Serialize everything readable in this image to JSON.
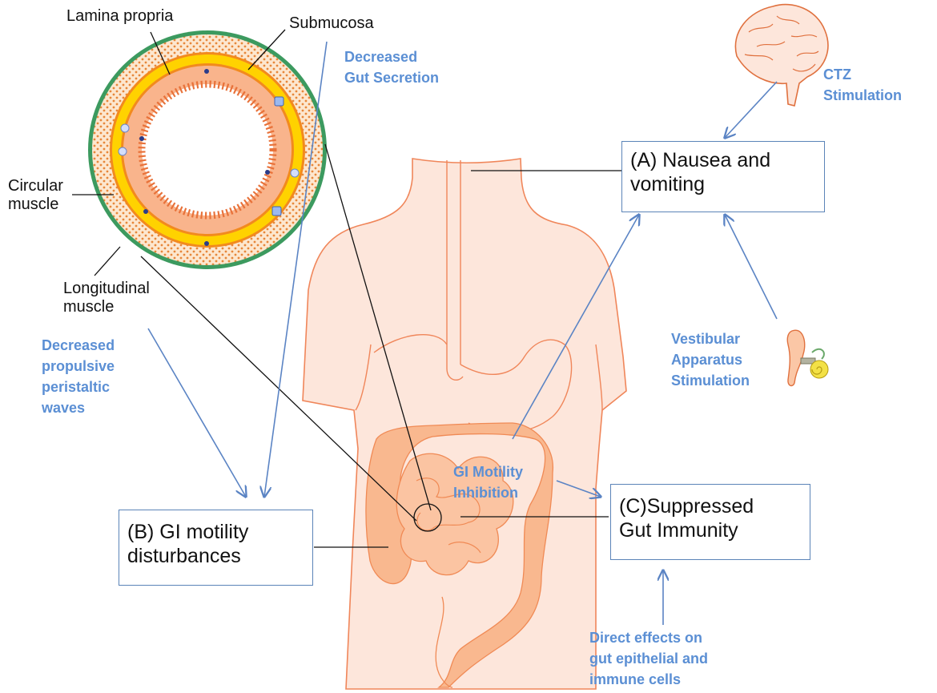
{
  "colors": {
    "accent_blue": "#5b8fd4",
    "box_border": "#5b84b8",
    "body_fill": "#fde6db",
    "body_outline": "#f0865a",
    "intestine_fill": "#f9b88f",
    "serosa_green": "#3c9a5f",
    "muscle_yellow": "#ffd200",
    "muscle_orange": "#f28a1e"
  },
  "icons": [
    "brain-icon",
    "ear-vestibular-icon",
    "gut-cross-section-icon",
    "torso-illustration"
  ],
  "anatomy_labels": {
    "lamina_propria": "Lamina propria",
    "submucosa": "Submucosa",
    "circular_muscle": [
      "Circular",
      "muscle"
    ],
    "longitudinal_muscle": [
      "Longitudinal",
      "muscle"
    ]
  },
  "effects": {
    "decreased_gut_secretion": [
      "Decreased",
      "Gut Secretion"
    ],
    "ctz_stimulation": [
      "CTZ",
      "Stimulation"
    ],
    "decreased_propulsive": [
      "Decreased",
      "propulsive",
      "peristaltic",
      "waves"
    ],
    "vestibular": [
      "Vestibular",
      "Apparatus",
      "Stimulation"
    ],
    "gi_motility_inhibition": [
      "GI Motility",
      "Inhibition"
    ],
    "direct_effects": [
      "Direct effects on",
      "gut epithelial and",
      "immune cells"
    ]
  },
  "boxes": {
    "a": [
      "(A) Nausea and",
      "vomiting"
    ],
    "b": [
      "(B) GI motility",
      "disturbances"
    ],
    "c": [
      "(C)Suppressed",
      "Gut Immunity"
    ]
  }
}
